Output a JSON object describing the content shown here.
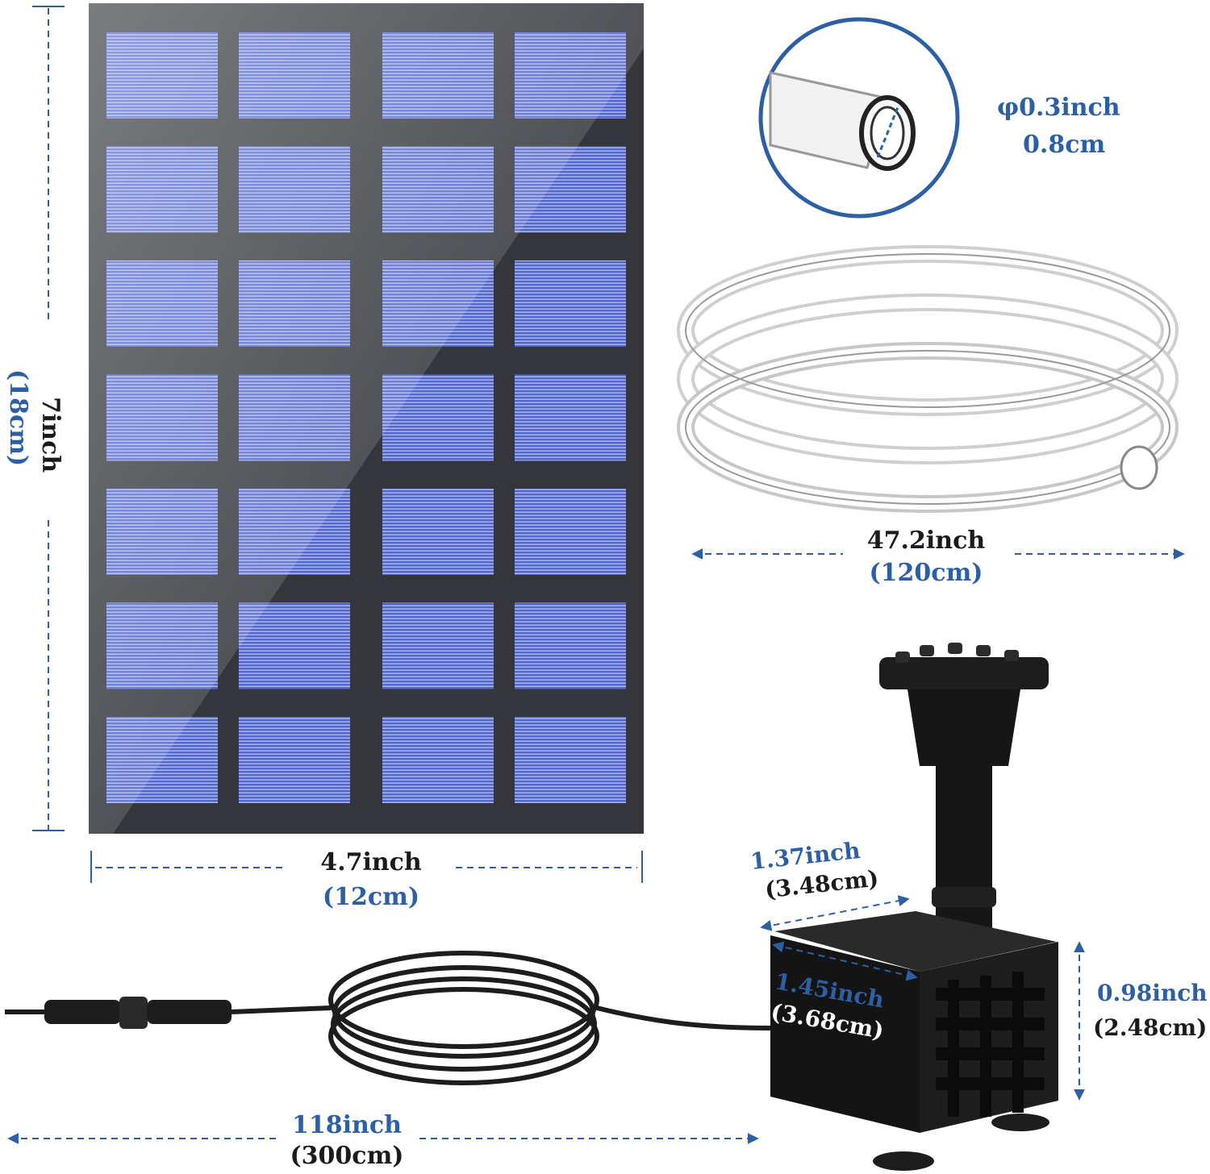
{
  "colors": {
    "dimension_blue": "#2c5fa3",
    "panel_frame": "#34363c",
    "cell_blue": "#5a6fd0",
    "pump_black": "#1a1a1a"
  },
  "panel": {
    "height_inch": "7inch",
    "height_cm": "(18cm)",
    "width_inch": "4.7inch",
    "width_cm": "(12cm)",
    "cell_rows": 7,
    "cell_cols": 4
  },
  "tube": {
    "diameter_inch": "φ0.3inch",
    "diameter_cm": "0.8cm",
    "length_inch": "47.2inch",
    "length_cm": "(120cm)"
  },
  "pump": {
    "depth_inch": "1.37inch",
    "depth_cm": "(3.48cm)",
    "width_inch": "1.45inch",
    "width_cm": "(3.68cm)",
    "height_inch": "0.98inch",
    "height_cm": "(2.48cm)"
  },
  "cable": {
    "length_inch": "118inch",
    "length_cm": "(300cm)"
  }
}
